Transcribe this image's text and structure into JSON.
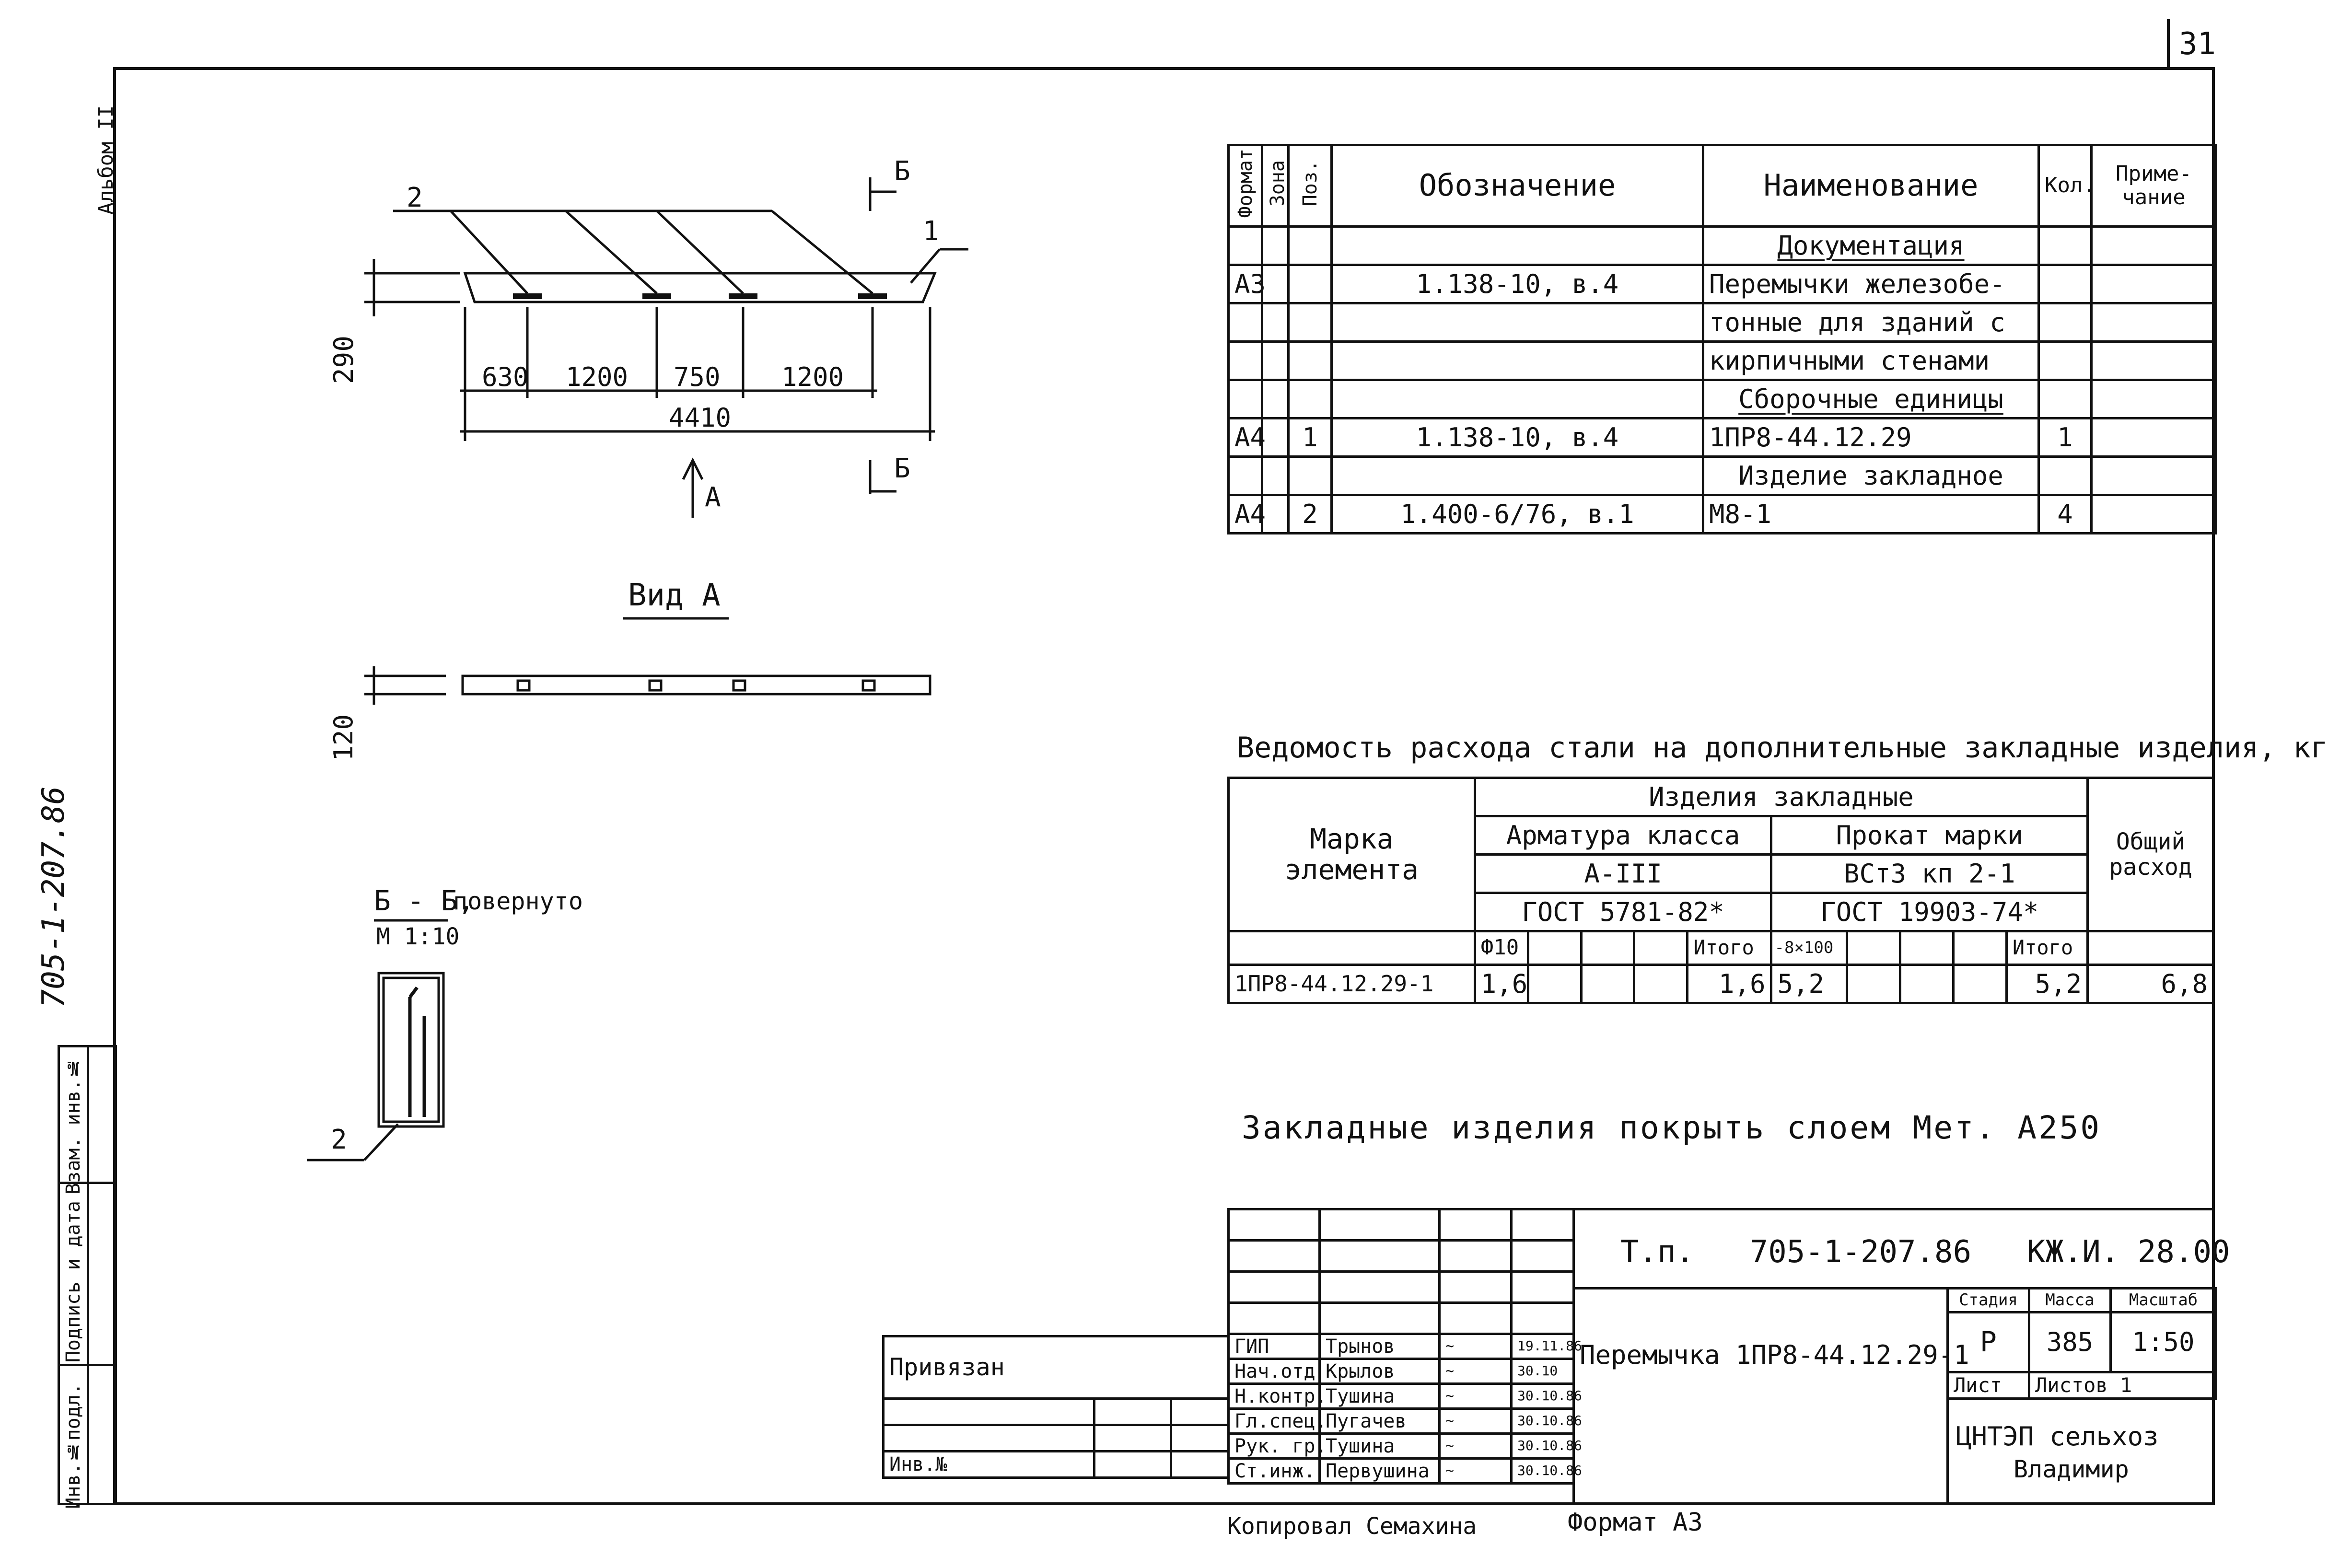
{
  "sheet": {
    "number": "31",
    "album": "Альбом II",
    "side_code": "705-1-207.86",
    "format": "Формат А3",
    "copied_by": "Копировал Семахина"
  },
  "left_stamp": [
    "Инв.№подл.",
    "Подпись и дата",
    "Взам. инв.№"
  ],
  "drawing": {
    "dim_height": "290",
    "dims": [
      "630",
      "1200",
      "750",
      "1200"
    ],
    "dim_total": "4410",
    "pos_1": "1",
    "pos_2": "2",
    "section_mark": "Б",
    "arrow_label": "А",
    "view_title": "Вид А",
    "view_height": "120",
    "section_title": "Б - Б,",
    "section_note": "повернуто",
    "section_scale": "М 1:10",
    "section_pos": "2"
  },
  "spec_table": {
    "headers": [
      "Формат",
      "Зона",
      "Поз.",
      "Обозначение",
      "Наименование",
      "Кол.",
      "Приме-\nчание"
    ],
    "rows": [
      [
        "",
        "",
        "",
        "",
        "Документация",
        "",
        ""
      ],
      [
        "А3",
        "",
        "",
        "1.138-10, в.4",
        "Перемычки железобе-",
        "",
        ""
      ],
      [
        "",
        "",
        "",
        "",
        "тонные для зданий с",
        "",
        ""
      ],
      [
        "",
        "",
        "",
        "",
        "кирпичными стенами",
        "",
        ""
      ],
      [
        "",
        "",
        "",
        "",
        "Сборочные единицы",
        "",
        ""
      ],
      [
        "А4",
        "",
        "1",
        "1.138-10, в.4",
        "1ПР8-44.12.29",
        "1",
        ""
      ],
      [
        "",
        "",
        "",
        "",
        "Изделие закладное",
        "",
        ""
      ],
      [
        "А4",
        "",
        "2",
        "1.400-6/76, в.1",
        "М8-1",
        "4",
        ""
      ]
    ]
  },
  "steel": {
    "title": "Ведомость расхода стали на дополнительные закладные изделия, кг",
    "mark_header": "Марка элемента",
    "group_header": "Изделия закладные",
    "rebar_header": "Арматура класса",
    "rebar_class": "А-III",
    "rebar_gost": "ГОСТ 5781-82*",
    "rolled_header": "Прокат марки",
    "rolled_grade": "ВСт3 кп 2-1",
    "rolled_gost": "ГОСТ 19903-74*",
    "total_header": "Общий расход",
    "sub_headers": [
      "Ф10",
      "",
      "",
      "",
      "Итого",
      "-8×100",
      "",
      "",
      "",
      "Итого"
    ],
    "row": [
      "1ПР8-44.12.29-1",
      "1,6",
      "",
      "",
      "",
      "1,6",
      "5,2",
      "",
      "",
      "",
      "5,2",
      "6,8"
    ]
  },
  "note": "Закладные изделия покрыть слоем Мет. А250",
  "title_block": {
    "code": "Т.п.   705-1-207.86   КЖ.И. 28.00",
    "item_name": "Перемычка 1ПР8-44.12.29-1",
    "stage_header": "Стадия",
    "mass_header": "Масса",
    "scale_header": "Масштаб",
    "stage": "Р",
    "mass": "385",
    "scale": "1:50",
    "sheet_label": "Лист",
    "sheets_label": "Листов 1",
    "org_line1": "ЦНТЭП сельхоз",
    "org_line2": "Владимир",
    "signers": [
      {
        "role": "ГИП",
        "name": "Трынов",
        "date": "19.11.86"
      },
      {
        "role": "Нач.отд",
        "name": "Крылов",
        "date": "30.10"
      },
      {
        "role": "Н.контр.",
        "name": "Тушина",
        "date": "30.10.86"
      },
      {
        "role": "Гл.спец.",
        "name": "Пугачев",
        "date": "30.10.86"
      },
      {
        "role": "Рук. гр.",
        "name": "Тушина",
        "date": "30.10.86"
      },
      {
        "role": "Ст.инж.",
        "name": "Первушина",
        "date": "30.10.86"
      }
    ],
    "tied_label": "Привязан",
    "inv_label": "Инв.№"
  }
}
